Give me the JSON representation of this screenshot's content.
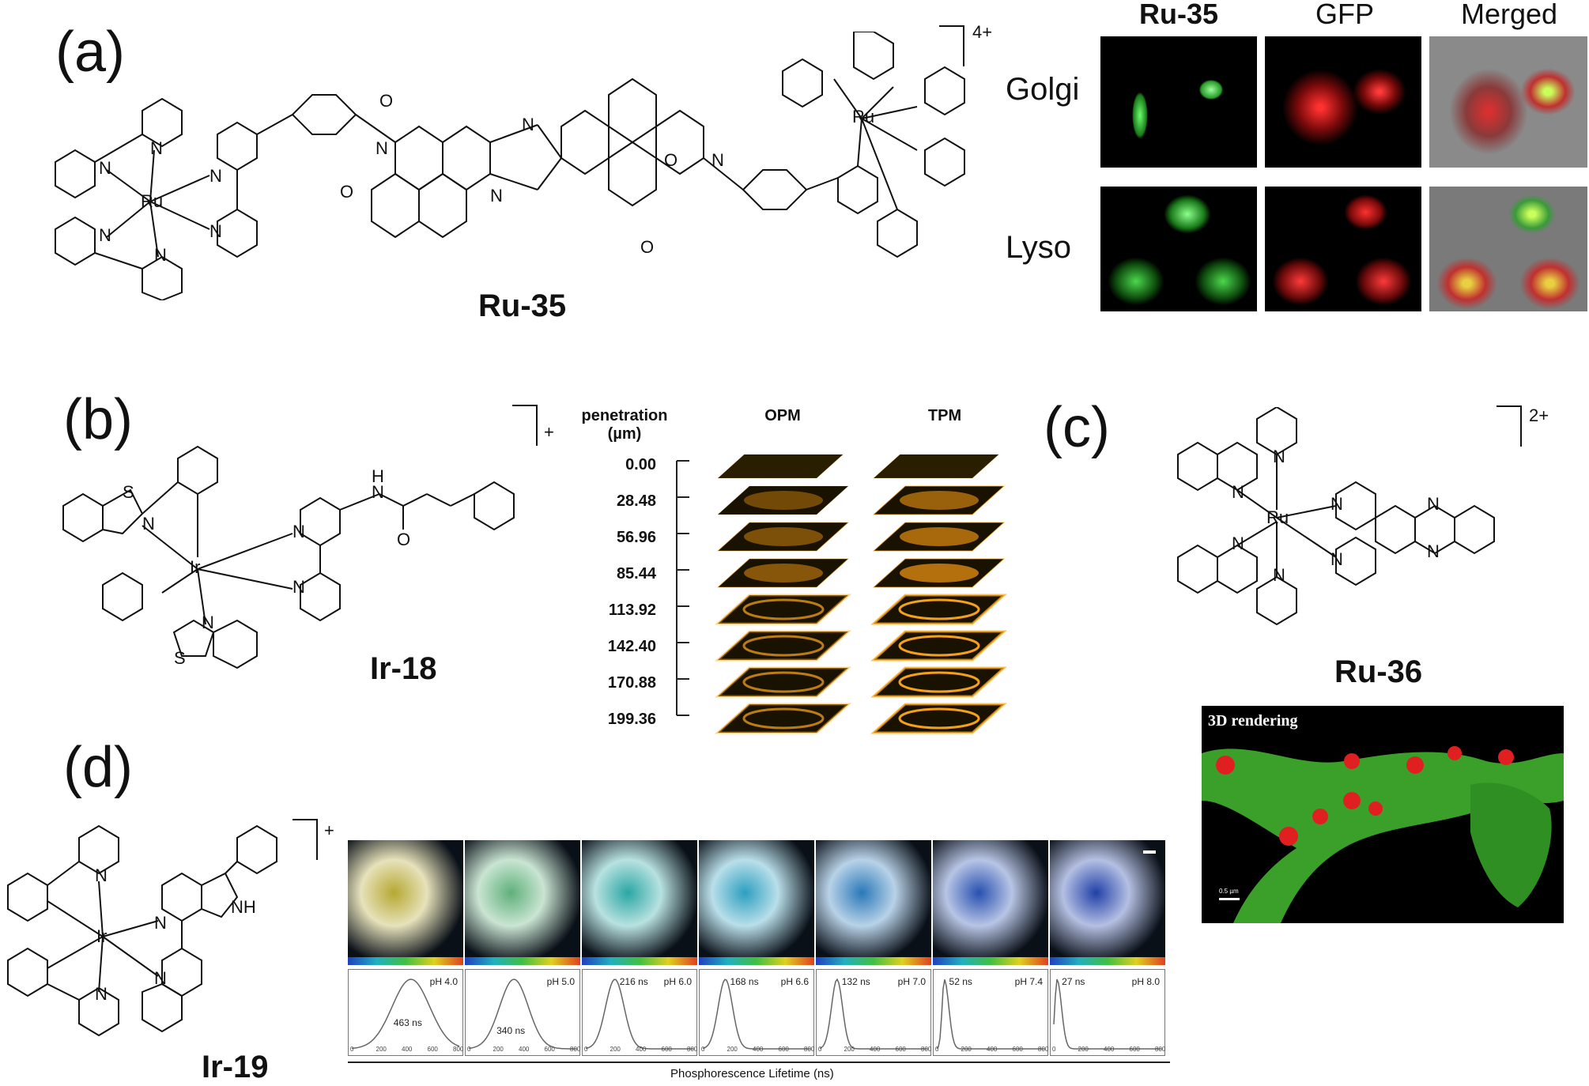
{
  "panels": {
    "a": {
      "label": "(a)",
      "compound": "Ru-35",
      "charge": "4+",
      "columns": [
        "Ru-35",
        "GFP",
        "Merged"
      ],
      "rows": [
        "Golgi",
        "Lyso"
      ]
    },
    "b": {
      "label": "(b)",
      "compound": "Ir-18",
      "charge": "+",
      "stack_header": {
        "penetration": "penetration",
        "unit": "(µm)",
        "opm": "OPM",
        "tpm": "TPM"
      },
      "depths": [
        "0.00",
        "28.48",
        "56.96",
        "85.44",
        "113.92",
        "142.40",
        "170.88",
        "199.36"
      ]
    },
    "c": {
      "label": "(c)",
      "compound": "Ru-36",
      "charge": "2+",
      "render_label": "3D rendering",
      "scale_bar": "0.5 µm"
    },
    "d": {
      "label": "(d)",
      "compound": "Ir-19",
      "charge": "+",
      "x_axis_label": "Phosphorescence Lifetime (ns)",
      "ticks": [
        "0",
        "200",
        "400",
        "600",
        "800"
      ],
      "lifetimes": [
        {
          "lifetime": "463 ns",
          "ph": "pH 4.0",
          "peak": 0.55,
          "color": "#b6a832"
        },
        {
          "lifetime": "340 ns",
          "ph": "pH 5.0",
          "peak": 0.42,
          "color": "#5fb07a"
        },
        {
          "lifetime": "216 ns",
          "ph": "pH 6.0",
          "peak": 0.27,
          "color": "#2aa7a4"
        },
        {
          "lifetime": "168 ns",
          "ph": "pH 6.6",
          "peak": 0.21,
          "color": "#2d9fc0"
        },
        {
          "lifetime": "132 ns",
          "ph": "pH 7.0",
          "peak": 0.16,
          "color": "#2a78b8"
        },
        {
          "lifetime": "52 ns",
          "ph": "pH 7.4",
          "peak": 0.07,
          "color": "#2850b0"
        },
        {
          "lifetime": "27 ns",
          "ph": "pH 8.0",
          "peak": 0.03,
          "color": "#2040a8"
        }
      ]
    }
  },
  "atoms": {
    "ru": "Ru",
    "ir": "Ir",
    "n": "N",
    "o": "O",
    "s": "S",
    "h": "H",
    "nh": "NH"
  }
}
